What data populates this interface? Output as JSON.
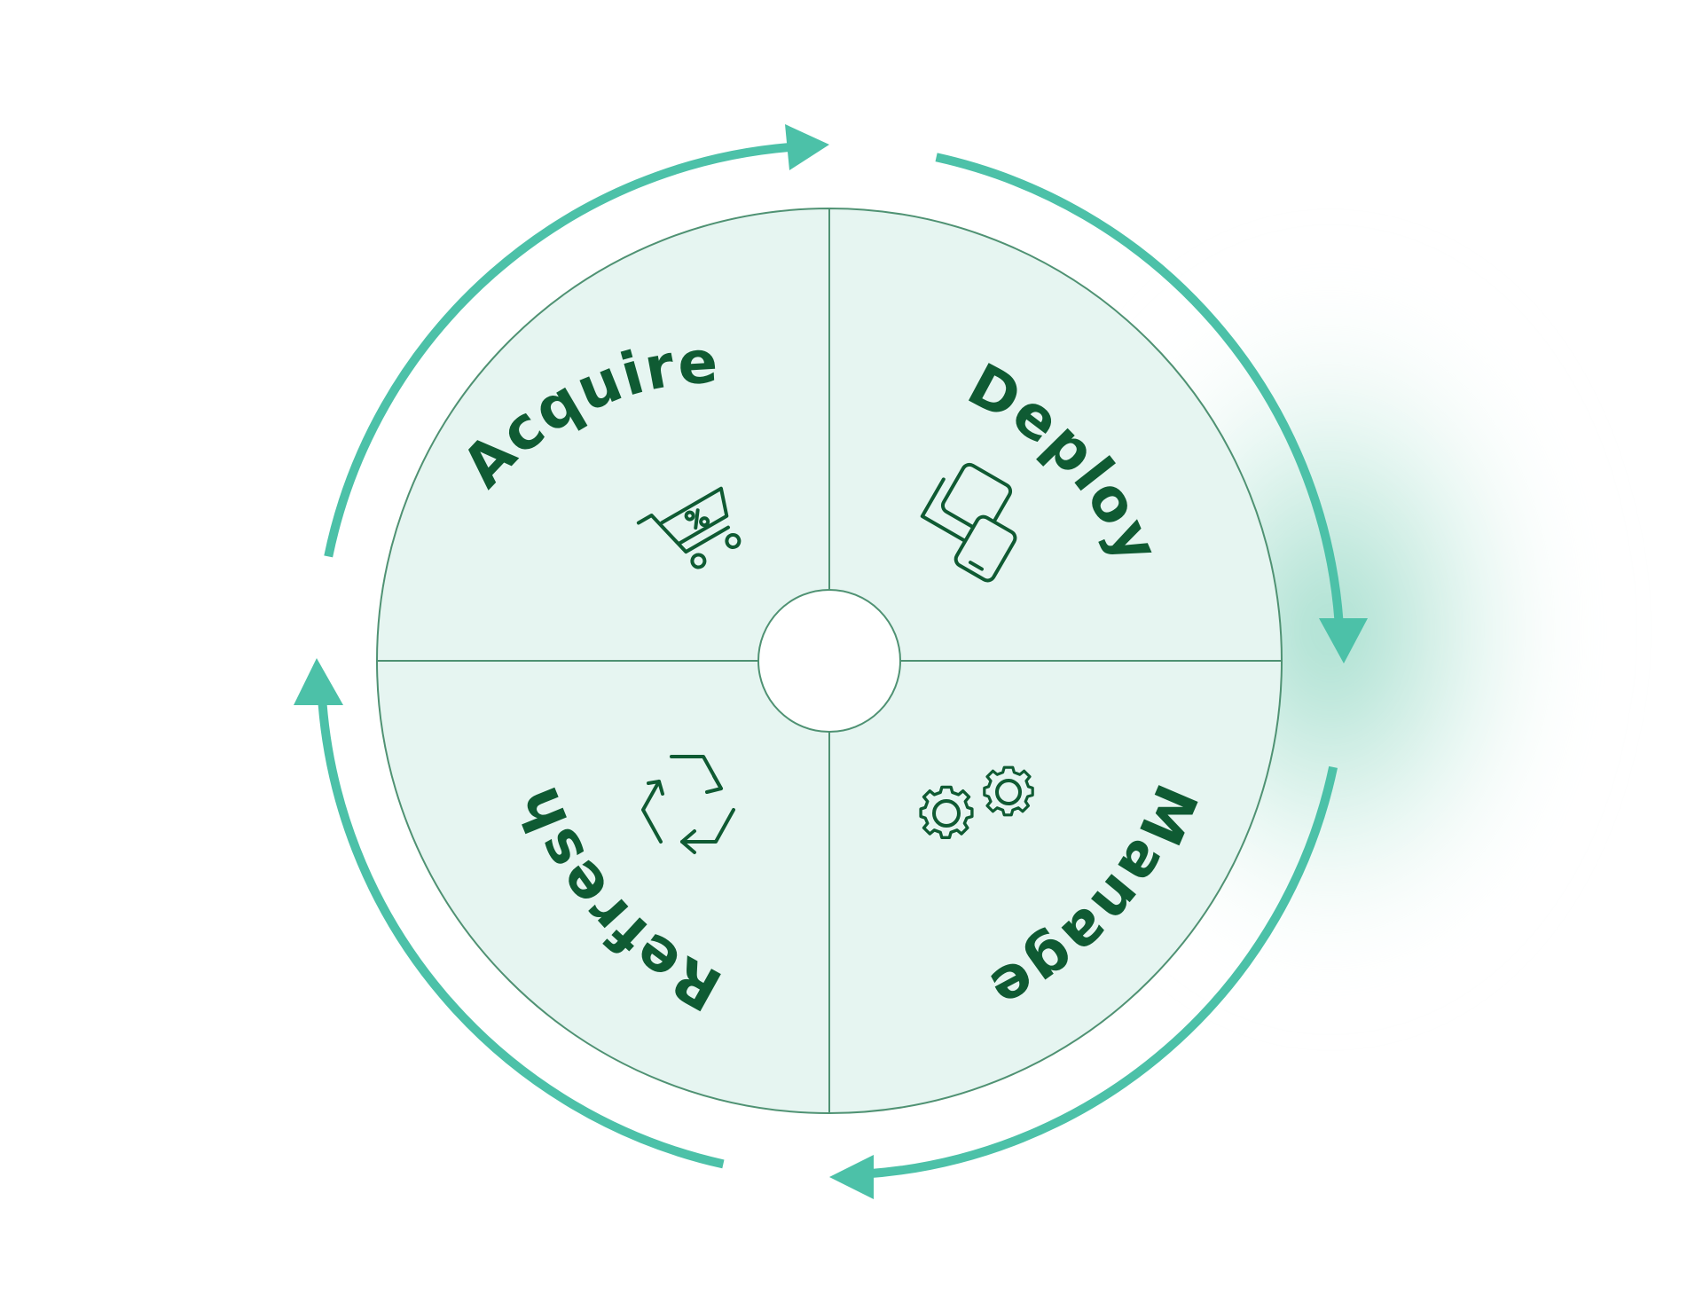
{
  "diagram": {
    "segments": [
      {
        "key": "acquire",
        "label": "Acquire",
        "icon": "shopping-cart-icon"
      },
      {
        "key": "deploy",
        "label": "Deploy",
        "icon": "devices-icon"
      },
      {
        "key": "manage",
        "label": "Manage",
        "icon": "gears-icon"
      },
      {
        "key": "refresh",
        "label": "Refresh",
        "icon": "recycle-icon"
      }
    ],
    "colors": {
      "arrow": "#4cc1a8",
      "segment_fill": "#e6f5f1",
      "segment_border": "#4f9273",
      "label": "#0f5b33",
      "glow": "#9fdccb"
    },
    "flow": "clockwise"
  }
}
